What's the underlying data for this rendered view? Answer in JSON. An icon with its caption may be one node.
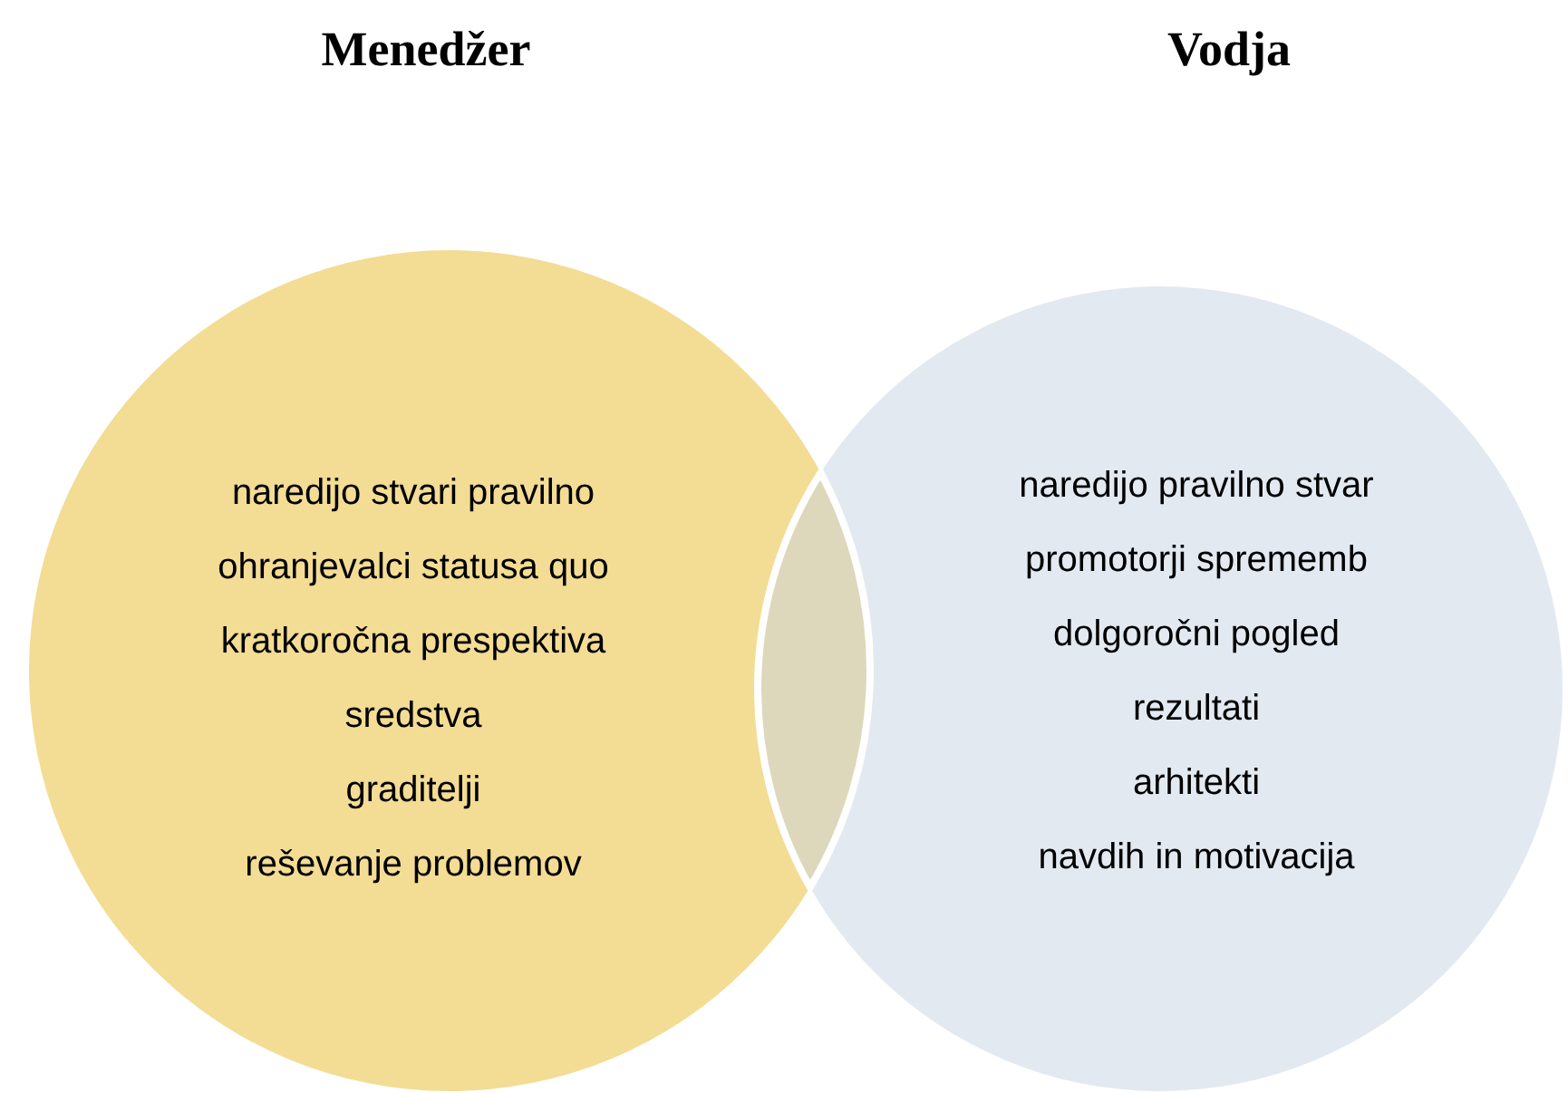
{
  "diagram": {
    "nodes": [
      {
        "text": [
          "Menedžer",
          "naredijo stvari pravilno",
          "ohranjevalci statusa quo",
          "kratkoročna prespektiva",
          "sredstva",
          "graditelji",
          "reševanje problemov"
        ]
      },
      {
        "text": [
          "Vodja",
          "naredijo pravilno stvar",
          "promotorji sprememb",
          "dolgoročni pogled",
          "rezultati",
          "arhitekti",
          "navdih in motivacija"
        ]
      },
      {
        "text": [],
        "shape": "lens"
      }
    ]
  }
}
